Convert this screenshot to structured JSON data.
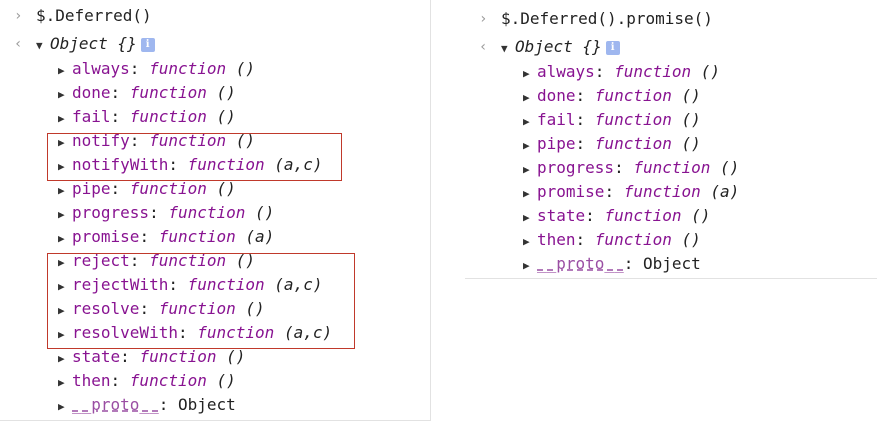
{
  "left": {
    "command": "$.Deferred()",
    "object_label": "Object {}",
    "info_badge": "i",
    "properties": [
      {
        "key": "always",
        "value": "function",
        "params": "()"
      },
      {
        "key": "done",
        "value": "function",
        "params": "()"
      },
      {
        "key": "fail",
        "value": "function",
        "params": "()"
      },
      {
        "key": "notify",
        "value": "function",
        "params": "()"
      },
      {
        "key": "notifyWith",
        "value": "function",
        "params": "(a,c)"
      },
      {
        "key": "pipe",
        "value": "function",
        "params": "()"
      },
      {
        "key": "progress",
        "value": "function",
        "params": "()"
      },
      {
        "key": "promise",
        "value": "function",
        "params": "(a)"
      },
      {
        "key": "reject",
        "value": "function",
        "params": "()"
      },
      {
        "key": "rejectWith",
        "value": "function",
        "params": "(a,c)"
      },
      {
        "key": "resolve",
        "value": "function",
        "params": "()"
      },
      {
        "key": "resolveWith",
        "value": "function",
        "params": "(a,c)"
      },
      {
        "key": "state",
        "value": "function",
        "params": "()"
      },
      {
        "key": "then",
        "value": "function",
        "params": "()"
      }
    ],
    "proto": {
      "key": "__proto__",
      "value": "Object"
    }
  },
  "right": {
    "command": "$.Deferred().promise()",
    "object_label": "Object {}",
    "info_badge": "i",
    "properties": [
      {
        "key": "always",
        "value": "function",
        "params": "()"
      },
      {
        "key": "done",
        "value": "function",
        "params": "()"
      },
      {
        "key": "fail",
        "value": "function",
        "params": "()"
      },
      {
        "key": "pipe",
        "value": "function",
        "params": "()"
      },
      {
        "key": "progress",
        "value": "function",
        "params": "()"
      },
      {
        "key": "promise",
        "value": "function",
        "params": "(a)"
      },
      {
        "key": "state",
        "value": "function",
        "params": "()"
      },
      {
        "key": "then",
        "value": "function",
        "params": "()"
      }
    ],
    "proto": {
      "key": "__proto__",
      "value": "Object"
    }
  },
  "icons": {
    "prompt": "›",
    "result": "‹",
    "expanded": "▼",
    "collapsed": "▶"
  },
  "colors": {
    "property_key": "#881391",
    "highlight_border": "#c0392b",
    "info_badge": "#9fb7ef"
  }
}
